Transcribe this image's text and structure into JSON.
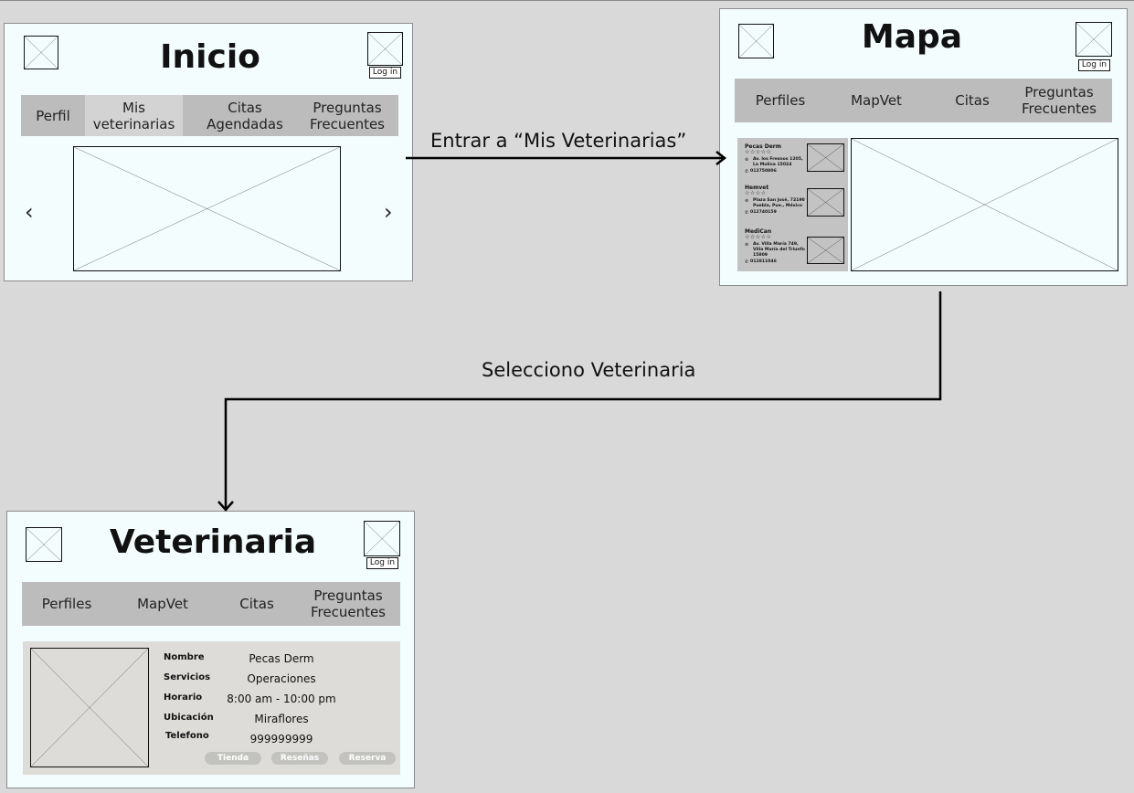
{
  "inicio": {
    "title": "Inicio",
    "login": "Log in",
    "nav": [
      "Perfil",
      "Mis\nveterinarias",
      "Citas\nAgendadas",
      "Preguntas\nFrecuentes"
    ],
    "prev_glyph": "‹",
    "next_glyph": "›"
  },
  "mapa": {
    "title": "Mapa",
    "login": "Log in",
    "nav": [
      "Perfiles",
      "MapVet",
      "Citas",
      "Preguntas\nFrecuentes"
    ],
    "cards": [
      {
        "name": "Pecas Derm",
        "stars": "☆☆☆☆☆",
        "address": [
          "Av. los Fresnos 1205,",
          "La Molina 15024"
        ],
        "phone": "012750806"
      },
      {
        "name": "Hemvet",
        "stars": "☆☆☆☆",
        "address": [
          "Plaza San José, 72190",
          "Puebla, Pue., México"
        ],
        "phone": "012740159"
      },
      {
        "name": "MediCan",
        "stars": "☆☆☆☆☆",
        "address": [
          "Av. Villa María 749,",
          "Villa María del Triunfo",
          "15809"
        ],
        "phone": "012811046"
      }
    ]
  },
  "veterinaria": {
    "title": "Veterinaria",
    "login": "Log in",
    "nav": [
      "Perfiles",
      "MapVet",
      "Citas",
      "Preguntas\nFrecuentes"
    ],
    "fields": [
      {
        "label": "Nombre",
        "value": "Pecas Derm"
      },
      {
        "label": "Servicios",
        "value": "Operaciones"
      },
      {
        "label": "Horario",
        "value": "8:00 am - 10:00 pm"
      },
      {
        "label": "Ubicación",
        "value": "Miraflores"
      },
      {
        "label": "Telefono",
        "value": "999999999"
      }
    ],
    "buttons": [
      "Tienda",
      "Reseñas",
      "Reserva"
    ]
  },
  "flow": {
    "to_mapa": "Entrar a “Mis Veterinarias”",
    "to_veterinaria": "Selecciono Veterinaria"
  }
}
